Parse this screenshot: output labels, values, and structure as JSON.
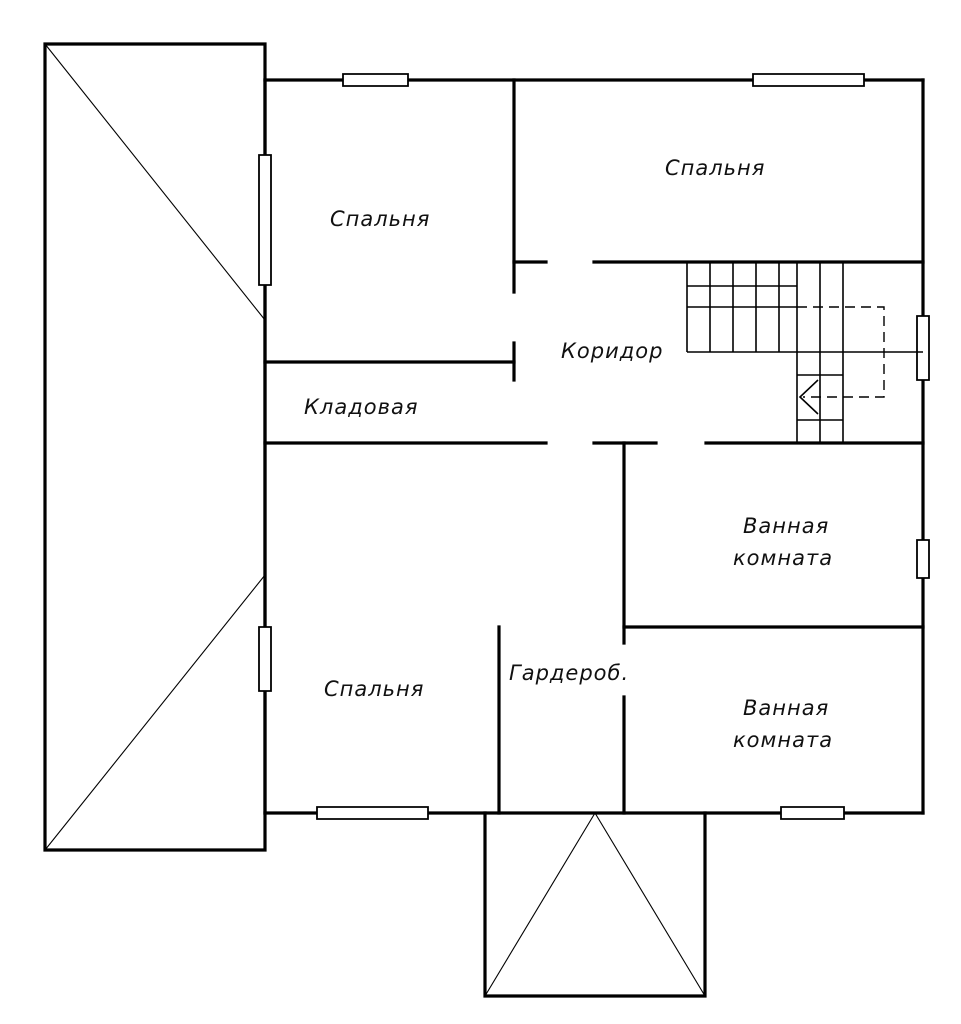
{
  "rooms": {
    "bedroom_nw": "Спальня",
    "bedroom_ne": "Спальня",
    "corridor": "Коридор",
    "pantry": "Кладовая",
    "bathroom_upper": [
      "Ванная",
      "комната"
    ],
    "bathroom_lower": [
      "Ванная",
      "комната"
    ],
    "bedroom_sw": "Спальня",
    "wardrobe": "Гардероб."
  }
}
